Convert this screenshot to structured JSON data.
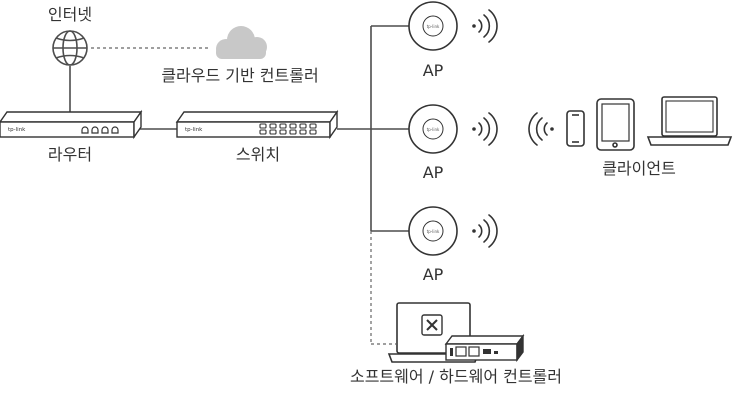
{
  "labels": {
    "internet": "인터넷",
    "cloud_controller": "클라우드 기반 컨트롤러",
    "router": "라우터",
    "switch": "스위치",
    "ap1": "AP",
    "ap2": "AP",
    "ap3": "AP",
    "clients": "클라이언트",
    "software_hardware_controller": "소프트웨어 / 하드웨어 컨트롤러"
  },
  "device_brand": "tp-link",
  "colors": {
    "line": "#4d4d4d",
    "dashed": "#666666",
    "cloud": "#c8c8c8",
    "device_stroke": "#333333"
  },
  "icons": {
    "internet": "globe-icon",
    "cloud": "cloud-icon",
    "router": "router-icon",
    "switch": "switch-icon",
    "access_point": "access-point-icon",
    "wifi": "wifi-waves-icon",
    "phone": "smartphone-icon",
    "tablet": "tablet-icon",
    "laptop": "laptop-icon",
    "controller": "hardware-controller-icon"
  }
}
